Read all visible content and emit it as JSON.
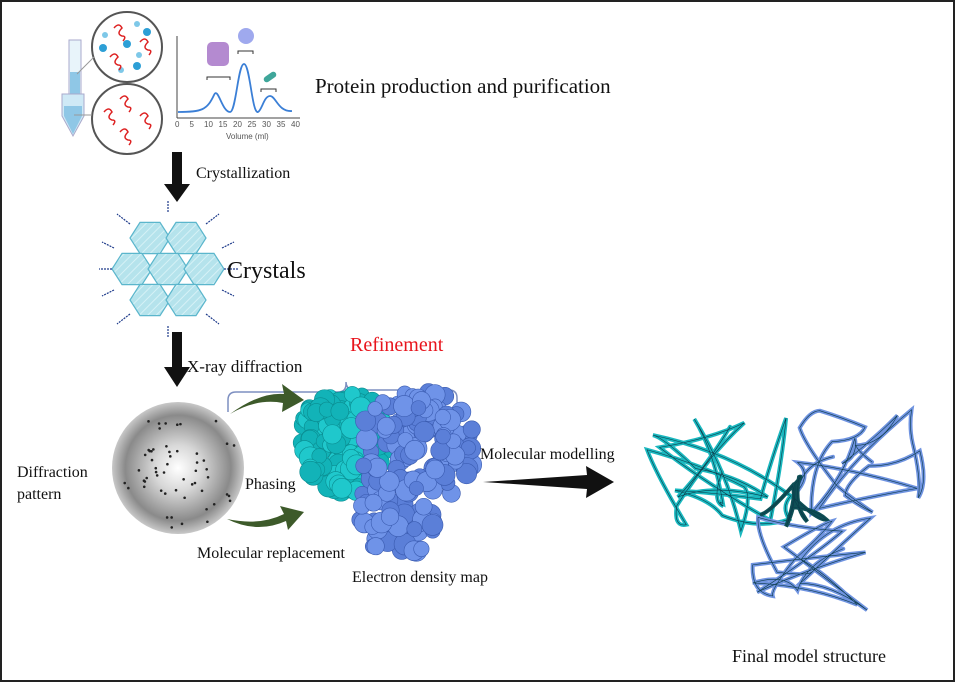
{
  "labels": {
    "protein_production": "Protein production and purification",
    "crystallization": "Crystallization",
    "crystals": "Crystals",
    "xray": "X-ray diffraction",
    "refinement": "Refinement",
    "diffraction_pattern_1": "Diffraction",
    "diffraction_pattern_2": "pattern",
    "phasing": "Phasing",
    "molecular_replacement": "Molecular replacement",
    "electron_density_map": "Electron density map",
    "molecular_modelling": "Molecular modelling",
    "final_model": "Final model structure"
  },
  "sec_chart": {
    "xlabel": "Volume (ml)",
    "ticks": [
      "0",
      "5",
      "10",
      "15",
      "20",
      "25",
      "30",
      "35",
      "40"
    ]
  },
  "colors": {
    "refinement": "#e8141c",
    "arrow_green": "#3d5a2a",
    "cyan_protein": "#1fc8cc",
    "blue_protein": "#6f93e8",
    "crystal": "#a8dde8"
  }
}
